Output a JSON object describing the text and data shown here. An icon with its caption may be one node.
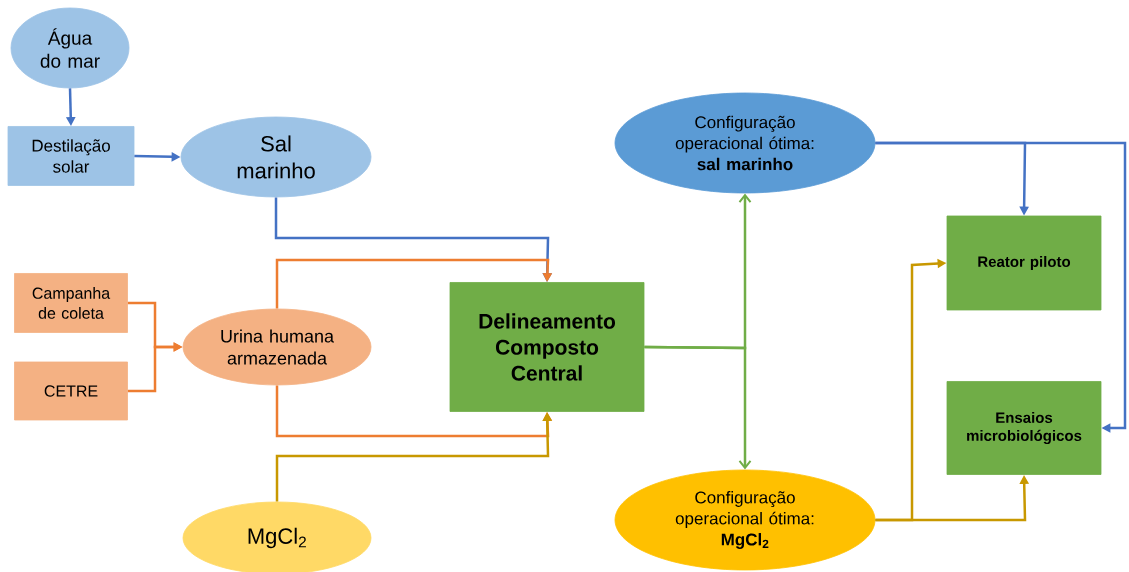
{
  "diagram": {
    "nodes": [
      {
        "text": [
          "Água do mar"
        ]
      },
      {
        "text": [
          "Destilação solar"
        ]
      },
      {
        "text": [
          "Sal marinho"
        ]
      },
      {
        "text": [
          "Campanha de coleta"
        ]
      },
      {
        "text": [
          "CETRE"
        ]
      },
      {
        "text": [
          "Urina humana armazenada"
        ]
      },
      {
        "text": [
          "MgCl$_{2}$"
        ]
      },
      {
        "text": [
          "Delineamento Composto Central"
        ]
      },
      {
        "text": [
          "Configuração operacional ótima:",
          "sal marinho"
        ]
      },
      {
        "text": [
          "Configuração operacional ótima:",
          "MgCl$_{2}$"
        ]
      },
      {
        "text": [
          "Reator piloto"
        ]
      },
      {
        "text": [
          "Ensaios microbiológicos"
        ]
      }
    ],
    "edges": [
      {
        "from": 0,
        "to": 1,
        "arrow": "to",
        "color": "#4472c4"
      },
      {
        "from": 1,
        "to": 2,
        "arrow": "to",
        "color": "#4472c4"
      },
      {
        "from": 2,
        "to": 7,
        "arrow": "to",
        "color": "#4472c4"
      },
      {
        "from": 3,
        "to": 5,
        "arrow": "to",
        "color": "#ed7d31"
      },
      {
        "from": 4,
        "to": 5,
        "arrow": "to",
        "color": "#ed7d31"
      },
      {
        "from": 5,
        "to": 7,
        "arrow": "to",
        "color": "#ed7d31"
      },
      {
        "from": 5,
        "to": 7,
        "arrow": "to",
        "color": "#ed7d31"
      },
      {
        "from": 6,
        "to": 7,
        "arrow": "to",
        "color": "#c89800"
      },
      {
        "from": 7,
        "to": 8,
        "arrow": "to",
        "color": "#70ad47"
      },
      {
        "from": 7,
        "to": 9,
        "arrow": "to",
        "color": "#70ad47"
      },
      {
        "from": 8,
        "to": 10,
        "arrow": "to",
        "color": "#4472c4"
      },
      {
        "from": 8,
        "to": 11,
        "arrow": "to",
        "color": "#4472c4"
      },
      {
        "from": 9,
        "to": 10,
        "arrow": "to",
        "color": "#c89800"
      },
      {
        "from": 9,
        "to": 11,
        "arrow": "to",
        "color": "#c89800"
      }
    ]
  }
}
